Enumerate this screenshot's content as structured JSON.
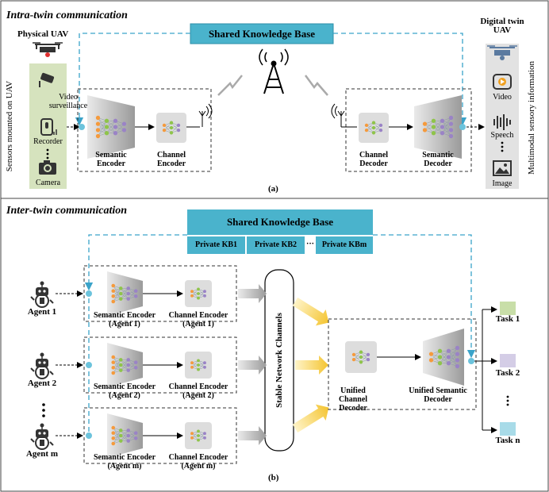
{
  "part_a": {
    "title": "Intra-twin communication",
    "physical_uav": "Physical UAV",
    "shared_kb": "Shared Knowledge Base",
    "sensors_label": "Sensors mounted on UAV",
    "sensors": [
      "Video surveillance",
      "Recorder",
      "Camera"
    ],
    "semantic_encoder": "Semantic Encoder",
    "channel_encoder": "Channel Encoder",
    "channel_decoder": "Channel Decoder",
    "semantic_decoder": "Semantic Decoder",
    "digital_twin": "Digital twin UAV",
    "outputs": [
      "Video",
      "Speech",
      "Image"
    ],
    "multimodal_label": "Multimodal sensory information",
    "caption": "(a)"
  },
  "part_b": {
    "title": "Inter-twin communication",
    "shared_kb": "Shared Knowledge Base",
    "private_kbs": [
      "Private KB1",
      "Private KB2",
      "···",
      "Private KBm"
    ],
    "agents": [
      "Agent 1",
      "Agent 2",
      "Agent m"
    ],
    "sem_encoders": [
      "Semantic Encoder (Agent 1)",
      "Semantic Encoder (Agent 2)",
      "Semantic Encoder (Agent m)"
    ],
    "ch_encoders": [
      "Channel Encoder (Agent 1)",
      "Channel Encoder (Agent 2)",
      "Channel Encoder (Agent m)"
    ],
    "stable_channels": "Stable Network Channels",
    "unified_channel_decoder": "Unified Channel Decoder",
    "unified_semantic_decoder": "Unified Semantic Decoder",
    "tasks": [
      "Task 1",
      "Task 2",
      "Task n"
    ],
    "caption": "(b)"
  },
  "colors": {
    "kb_blue": "#4ab3cc",
    "dash_blue": "#3aa3c9",
    "sensor_panel": "#d6e3be",
    "twin_panel": "#e2e2e2",
    "node_orange": "#f59a3c",
    "node_green": "#8fc44a",
    "node_purple": "#9a83c6",
    "task1": "#c8dea8",
    "task2": "#d4cde6",
    "taskn": "#a8dbe8"
  }
}
